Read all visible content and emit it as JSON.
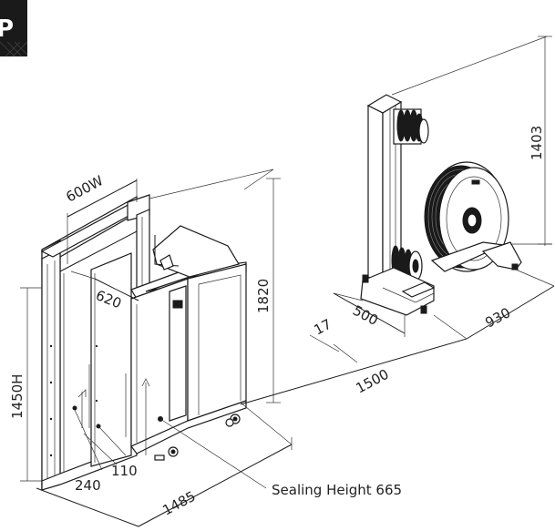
{
  "logo": {
    "glyph": "P"
  },
  "dimensions": {
    "width": "600W",
    "depth": "620",
    "height_frame": "1450H",
    "height_machine": "1820",
    "bottom_a": "240",
    "bottom_b": "110",
    "length_total": "1485",
    "sealing_height": "Sealing Height 665",
    "spacing": "1500",
    "gap": "17",
    "dispenser_width": "500",
    "dispenser_length": "930",
    "dispenser_height": "1403"
  }
}
